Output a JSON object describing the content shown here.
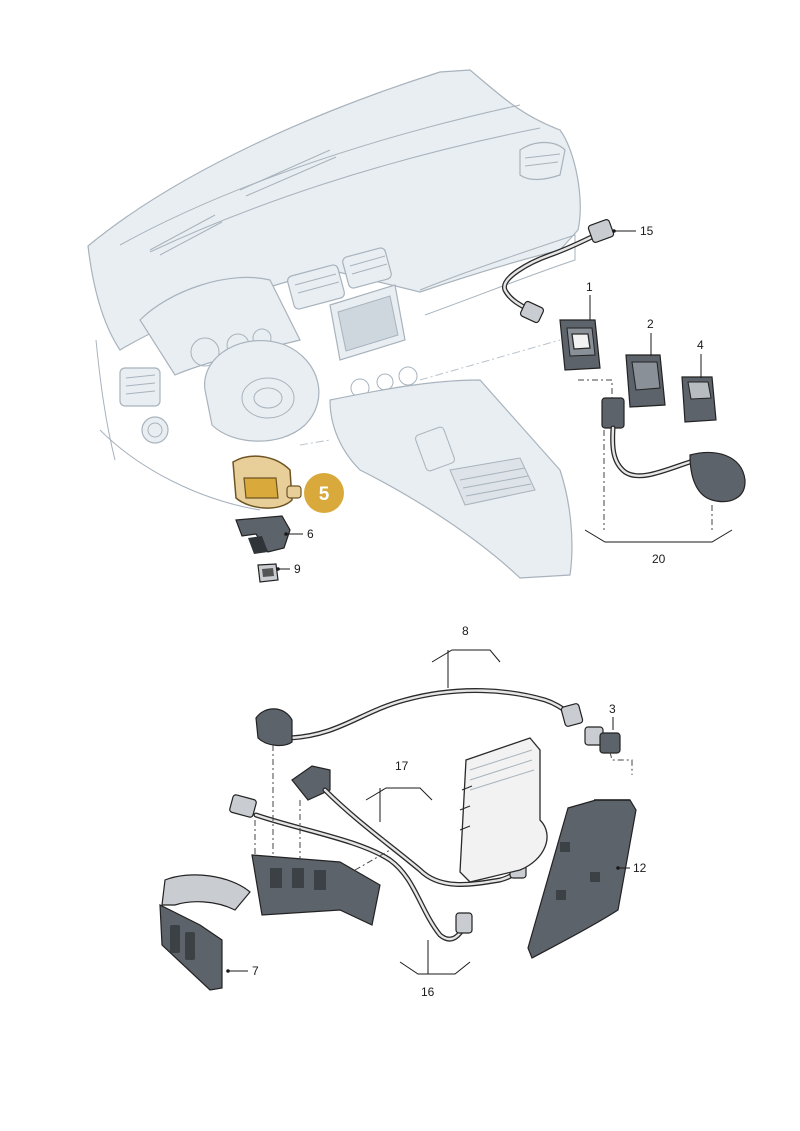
{
  "diagram": {
    "highlight": {
      "label": "5",
      "color": "#d9a93c",
      "part_color": "#e8cf9a"
    },
    "callouts": [
      "15",
      "1",
      "2",
      "4",
      "20",
      "6",
      "9",
      "8",
      "3",
      "17",
      "12",
      "7",
      "16"
    ]
  }
}
